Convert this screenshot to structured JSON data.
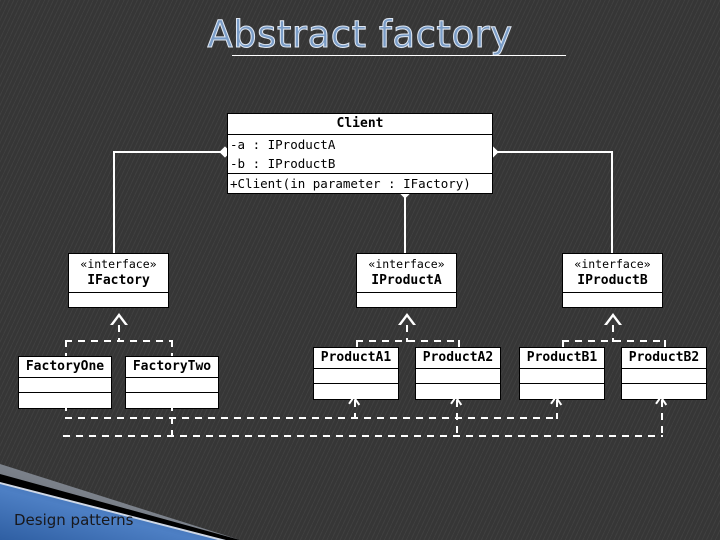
{
  "slide": {
    "title": "Abstract factory",
    "footer": "Design patterns",
    "accent_blue": "#3b6fb5",
    "title_color": "#7a9cc6",
    "background": "#393939",
    "box_fill": "#ffffff",
    "line_color": "#ffffff"
  },
  "classes": {
    "client": {
      "name": "Client",
      "attributes": [
        "-a : IProductA",
        "-b : IProductB"
      ],
      "operations": [
        "+Client(in parameter : IFactory)"
      ]
    },
    "ifactory": {
      "stereotype": "«interface»",
      "name": "IFactory",
      "attributes": [],
      "operations": []
    },
    "iproducta": {
      "stereotype": "«interface»",
      "name": "IProductA",
      "attributes": [],
      "operations": []
    },
    "iproductb": {
      "stereotype": "«interface»",
      "name": "IProductB",
      "attributes": [],
      "operations": []
    },
    "factoryone": {
      "name": "FactoryOne",
      "attributes": [],
      "operations": []
    },
    "factorytwo": {
      "name": "FactoryTwo",
      "attributes": [],
      "operations": []
    },
    "producta1": {
      "name": "ProductA1",
      "attributes": [],
      "operations": []
    },
    "producta2": {
      "name": "ProductA2",
      "attributes": [],
      "operations": []
    },
    "productb1": {
      "name": "ProductB1",
      "attributes": [],
      "operations": []
    },
    "productb2": {
      "name": "ProductB2",
      "attributes": [],
      "operations": []
    }
  },
  "relationships": [
    {
      "kind": "aggregation",
      "from": "Client",
      "to": "IFactory"
    },
    {
      "kind": "aggregation",
      "from": "Client",
      "to": "IProductA"
    },
    {
      "kind": "aggregation",
      "from": "Client",
      "to": "IProductB"
    },
    {
      "kind": "realization",
      "from": "FactoryOne",
      "to": "IFactory"
    },
    {
      "kind": "realization",
      "from": "FactoryTwo",
      "to": "IFactory"
    },
    {
      "kind": "realization",
      "from": "ProductA1",
      "to": "IProductA"
    },
    {
      "kind": "realization",
      "from": "ProductA2",
      "to": "IProductA"
    },
    {
      "kind": "realization",
      "from": "ProductB1",
      "to": "IProductB"
    },
    {
      "kind": "realization",
      "from": "ProductB2",
      "to": "IProductB"
    },
    {
      "kind": "dependency",
      "from": "FactoryOne",
      "to": "ProductA1"
    },
    {
      "kind": "dependency",
      "from": "FactoryOne",
      "to": "ProductB1"
    },
    {
      "kind": "dependency",
      "from": "FactoryTwo",
      "to": "ProductA2"
    },
    {
      "kind": "dependency",
      "from": "FactoryTwo",
      "to": "ProductB2"
    }
  ]
}
